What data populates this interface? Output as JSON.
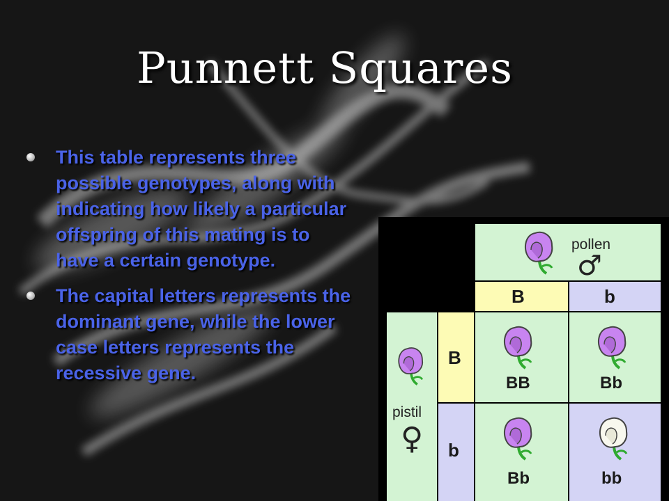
{
  "slide": {
    "title": "Punnett Squares",
    "bullets": [
      "This table represents three possible genotypes, along with indicating how likely a particular offspring of this mating is to have a certain genotype.",
      "The capital letters represents the dominant gene, while the lower case letters represents the recessive gene."
    ]
  },
  "punnett": {
    "pollen_label": "pollen",
    "pollen_symbol": "♂",
    "pistil_label": "pistil",
    "pistil_symbol": "♀",
    "pollen_alleles": [
      "B",
      "b"
    ],
    "pistil_alleles": [
      "B",
      "b"
    ],
    "offspring": [
      "BB",
      "Bb",
      "Bb",
      "bb"
    ],
    "colors": {
      "green": "#d3f3d3",
      "yellow": "#fdfbb5",
      "lavender": "#d4d4f5",
      "purple_flower": "#c884f0",
      "white_flower": "#f8f8ee",
      "stem": "#2faa2f"
    },
    "icons": [
      "purple-flower-icon",
      "white-flower-icon",
      "male-symbol-icon",
      "female-symbol-icon"
    ]
  }
}
